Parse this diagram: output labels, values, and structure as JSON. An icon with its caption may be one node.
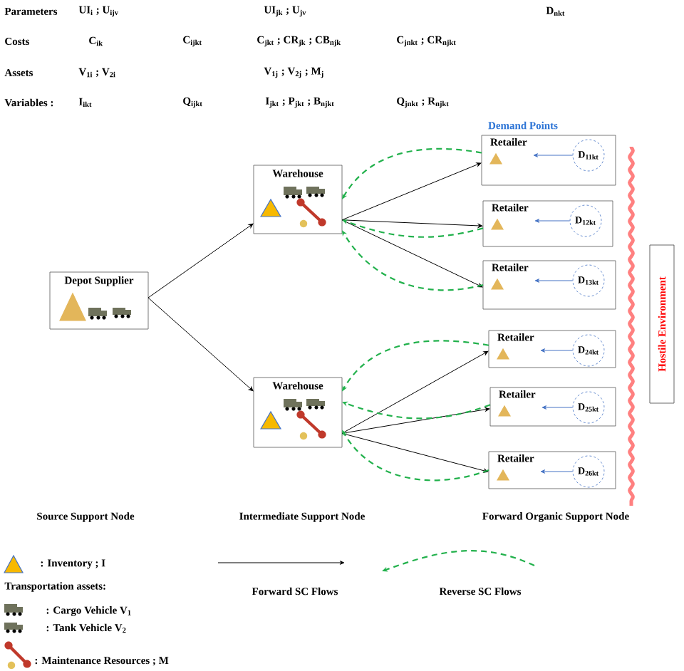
{
  "diagram": {
    "nodes": [
      {
        "text": [
          "Depot Supplier"
        ]
      },
      {
        "text": [
          "Warehouse"
        ]
      },
      {
        "text": [
          "Warehouse"
        ]
      },
      {
        "text": [
          "Retailer"
        ]
      },
      {
        "text": [
          "D$_{11kt}$"
        ],
        "in": 3
      },
      {
        "text": [
          "Retailer"
        ]
      },
      {
        "text": [
          "D$_{12kt}$"
        ],
        "in": 5
      },
      {
        "text": [
          "Retailer"
        ]
      },
      {
        "text": [
          "D$_{13kt}$"
        ],
        "in": 7
      },
      {
        "text": [
          "Retailer"
        ]
      },
      {
        "text": [
          "D$_{24kt}$"
        ],
        "in": 9
      },
      {
        "text": [
          "Retailer"
        ]
      },
      {
        "text": [
          "D$_{25kt}$"
        ],
        "in": 11
      },
      {
        "text": [
          "Retailer"
        ]
      },
      {
        "text": [
          "D$_{26kt}$"
        ],
        "in": 13
      },
      {
        "text": [
          "Hostile Environment"
        ]
      }
    ],
    "edges": [
      {
        "from": 0,
        "to": 1,
        "arrow": "to"
      },
      {
        "from": 0,
        "to": 2,
        "arrow": "to"
      },
      {
        "from": 1,
        "to": 3,
        "arrow": "to"
      },
      {
        "from": 1,
        "to": 5,
        "arrow": "to"
      },
      {
        "from": 1,
        "to": 7,
        "arrow": "to"
      },
      {
        "from": 2,
        "to": 9,
        "arrow": "to"
      },
      {
        "from": 2,
        "to": 11,
        "arrow": "to"
      },
      {
        "from": 2,
        "to": 13,
        "arrow": "to"
      },
      {
        "from": 3,
        "to": 1,
        "arrow": "to",
        "style": "dashed",
        "color": "#22b14c"
      },
      {
        "from": 5,
        "to": 1,
        "arrow": "to",
        "style": "dashed",
        "color": "#22b14c"
      },
      {
        "from": 7,
        "to": 1,
        "arrow": "to",
        "style": "dashed",
        "color": "#22b14c"
      },
      {
        "from": 9,
        "to": 2,
        "arrow": "to",
        "style": "dashed",
        "color": "#22b14c"
      },
      {
        "from": 11,
        "to": 2,
        "arrow": "to",
        "style": "dashed",
        "color": "#22b14c"
      },
      {
        "from": 13,
        "to": 2,
        "arrow": "to",
        "style": "dashed",
        "color": "#22b14c"
      },
      {
        "from": 4,
        "to": 3,
        "arrow": "to",
        "color": "#4472c4"
      },
      {
        "from": 6,
        "to": 5,
        "arrow": "to",
        "color": "#4472c4"
      },
      {
        "from": 8,
        "to": 7,
        "arrow": "to",
        "color": "#4472c4"
      },
      {
        "from": 10,
        "to": 9,
        "arrow": "to",
        "color": "#4472c4"
      },
      {
        "from": 12,
        "to": 11,
        "arrow": "to",
        "color": "#4472c4"
      },
      {
        "from": 14,
        "to": 13,
        "arrow": "to",
        "color": "#4472c4"
      }
    ],
    "labels": [
      "Parameters",
      "UI$_{i}$ ; U$_{ijv}$",
      "UI$_{jk}$ ; U$_{jv}$",
      "D$_{nkt}$",
      "Costs",
      "C$_{ik}$",
      "C$_{ijkt}$",
      "C$_{jkt}$ ; CR$_{jk}$ ; CB$_{njk}$",
      "C$_{jnkt}$ ; CR$_{njkt}$",
      "Assets",
      "V$_{1i}$ ; V$_{2i}$",
      "V$_{1j}$ ; V$_{2j}$ ; M$_{j}$",
      "Variables :",
      "I$_{ikt}$",
      "Q$_{ijkt}$",
      "I$_{jkt}$ ; P$_{jkt}$ ; B$_{njkt}$",
      "Q$_{jnkt}$ ; R$_{njkt}$",
      "Demand Points",
      "Source Support Node",
      "Intermediate Support Node",
      "Forward Organic Support Node",
      "Transportation assets:"
    ],
    "legend": [
      {
        "text": ": Inventory ; I"
      },
      {
        "text": ": Cargo Vehicle V$_{1}$"
      },
      {
        "text": ": Tank Vehicle V$_{2}$"
      },
      {
        "text": ":  Maintenance Resources ; M"
      },
      {
        "text": "Forward SC Flows"
      },
      {
        "text": "Reverse SC Flows"
      }
    ]
  }
}
